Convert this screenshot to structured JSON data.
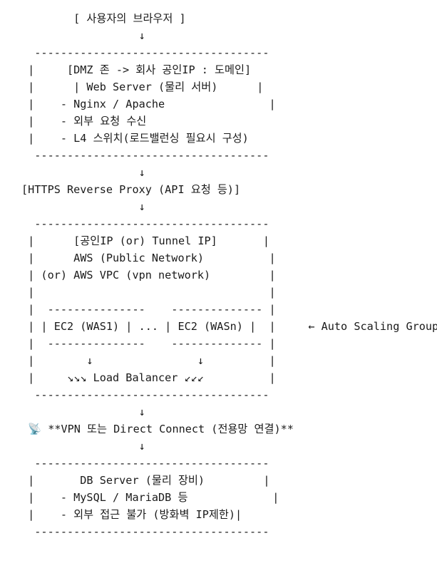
{
  "diagram": {
    "title": "System Architecture (ASCII text diagram)",
    "type": "ascii-architecture-diagram",
    "font": "monospace",
    "background_color": "#ffffff",
    "text_color": "#1a1a1a",
    "client": {
      "label": "[ 사용자의 브라우저 ]"
    },
    "arrows": {
      "down": "↓",
      "left": "←",
      "down_right": "↘",
      "down_left": "↙"
    },
    "web_server_box": {
      "border_top": " ------------------------------------",
      "border_bottom": " ------------------------------------",
      "lines": [
        "|     [DMZ 존 -> 회사 공인IP : 도메인]",
        "|      | Web Server (물리 서버)      |",
        "|    - Nginx / Apache                |",
        "|    - 외부 요청 수신",
        "|    - L4 스위치(로드밸런싱 필요시 구성)"
      ],
      "heading": "[DMZ 존 -> 회사 공인IP : 도메인]",
      "subheading": "Web Server (물리 서버)",
      "bullets": [
        "- Nginx / Apache",
        "- 외부 요청 수신",
        "- L4 스위치(로드밸런싱 필요시 구성)"
      ]
    },
    "reverse_proxy": {
      "label": "[HTTPS Reverse Proxy (API 요청 등)]"
    },
    "aws_box": {
      "heading": "[공인IP (or) Tunnel IP]",
      "line2": "AWS (Public Network)",
      "line3": "(or) AWS VPC (vpn network)",
      "ec2_left": "EC2 (WAS1)",
      "ellipsis": "...",
      "ec2_right": "EC2 (WASn)",
      "load_balancer": "Load Balancer",
      "lb_arrows_left": "↘↘↘",
      "lb_arrows_right": "↙↙↙"
    },
    "auto_scaling_group": {
      "label": "← Auto Scaling Group"
    },
    "vpn_link": {
      "icon": "satellite-antenna-icon",
      "icon_glyph": "📡",
      "label": "**VPN 또는 Direct Connect (전용망 연결)**"
    },
    "db_box": {
      "heading": "DB Server (물리 장비)",
      "bullets": [
        "- MySQL / MariaDB 등",
        "- 외부 접근 불가 (방화벽 IP제한)|"
      ]
    },
    "full_art": [
      "        [ 사용자의 브라우저 ]",
      "                  ↓",
      "  ------------------------------------",
      " |     [DMZ 존 -> 회사 공인IP : 도메인]",
      " |      | Web Server (물리 서버)      |",
      " |    - Nginx / Apache                |",
      " |    - 외부 요청 수신",
      " |    - L4 스위치(로드밸런싱 필요시 구성)",
      "  ------------------------------------",
      "                  ↓",
      "[HTTPS Reverse Proxy (API 요청 등)]",
      "                  ↓",
      "  ------------------------------------",
      " |      [공인IP (or) Tunnel IP]       |",
      " |      AWS (Public Network)          |",
      " | (or) AWS VPC (vpn network)         |",
      " |                                    |",
      " |  ---------------    -------------- |",
      " | | EC2 (WAS1) | ... | EC2 (WASn) |  |     ← Auto Scaling Group",
      " |  ---------------    -------------- |",
      " |        ↓                ↓          |",
      " |     ↘↘↘ Load Balancer ↙↙↙          |",
      "  ------------------------------------",
      "                  ↓",
      " 📡 **VPN 또는 Direct Connect (전용망 연결)**",
      "                  ↓",
      "  ------------------------------------",
      " |       DB Server (물리 장비)         |",
      " |    - MySQL / MariaDB 등             |",
      " |    - 외부 접근 불가 (방화벽 IP제한)|",
      "  ------------------------------------"
    ]
  }
}
